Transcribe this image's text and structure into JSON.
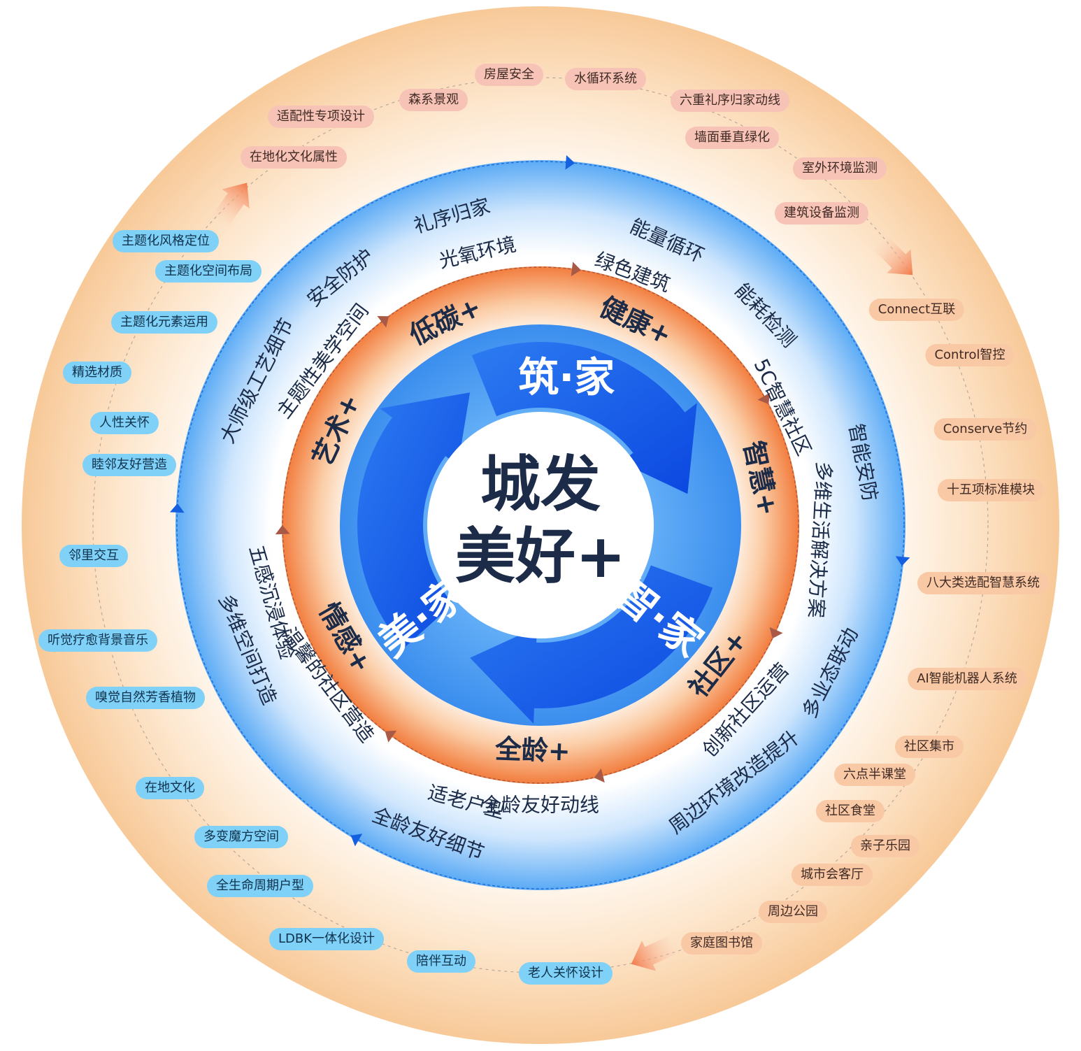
{
  "center": {
    "line1": "城发",
    "line2": "美好+"
  },
  "core_segments": [
    "筑·家",
    "智·家",
    "美·家"
  ],
  "orange_ring": [
    "低碳+",
    "健康+",
    "智慧+",
    "社区+",
    "全龄+",
    "情感+",
    "艺术+"
  ],
  "blue_ring": [
    {
      "text": "安全防护"
    },
    {
      "text": "礼序归家"
    },
    {
      "text": "光氧环境"
    },
    {
      "text": "能量循环"
    },
    {
      "text": "绿色建筑"
    },
    {
      "text": "能耗检测"
    },
    {
      "text": "5C智慧社区"
    },
    {
      "text": "智能安防"
    },
    {
      "text": "多维生活解决方案"
    },
    {
      "text": "多业态联动"
    },
    {
      "text": "创新社区运营"
    },
    {
      "text": "周边环境改造提升"
    },
    {
      "text": "全龄友好动线"
    },
    {
      "text": "适老户型"
    },
    {
      "text": "全龄友好细节"
    },
    {
      "text": "多维空间打造"
    },
    {
      "text": "五感沉浸体验"
    },
    {
      "text": "温馨的社区营造"
    },
    {
      "text": "大师级工艺细节"
    },
    {
      "text": "主题性美学空间"
    }
  ],
  "outer_tags": {
    "pink": [
      "在地化文化属性",
      "适配性专项设计",
      "森系景观",
      "房屋安全",
      "水循环系统",
      "六重礼序归家动线",
      "墙面垂直绿化",
      "室外环境监测",
      "建筑设备监测"
    ],
    "warm": [
      "Connect互联",
      "Control智控",
      "Conserve节约",
      "十五项标准模块",
      "八大类选配智慧系统",
      "AI智能机器人系统",
      "社区集市",
      "六点半课堂",
      "社区食堂",
      "亲子乐园",
      "城市会客厅",
      "周边公园",
      "家庭图书馆"
    ],
    "cool": [
      "老人关怀设计",
      "陪伴互动",
      "LDBK一体化设计",
      "全生命周期户型",
      "多变魔方空间",
      "在地文化",
      "嗅觉自然芳香植物",
      "听觉疗愈背景音乐",
      "邻里交互",
      "睦邻友好营造",
      "人性关怀",
      "精选材质",
      "主题化元素运用",
      "主题化空间布局",
      "主题化风格定位"
    ]
  },
  "colors": {
    "outer_disc": "#f6c89b",
    "outer_disc_inner": "#fffaf2",
    "blue_ring": "#2f8df0",
    "orange_ring": "#f08a4e",
    "core_blue": "#3d8ff0",
    "arrow_blue": "#0a4fe6",
    "text_dark": "#1b2b48"
  }
}
